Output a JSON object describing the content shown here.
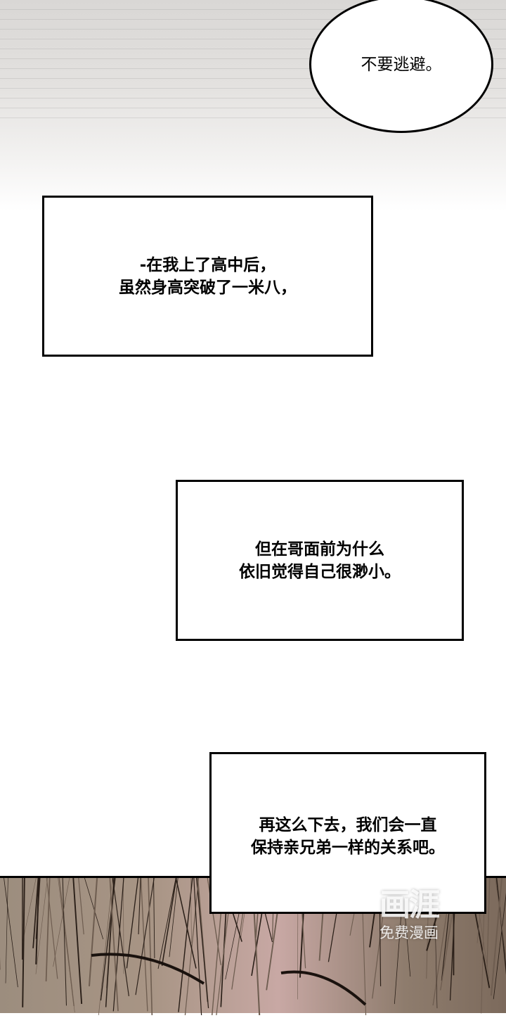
{
  "bubble": {
    "text": "不要逃避。"
  },
  "captions": [
    {
      "lines": [
        "-在我上了高中后，",
        "虽然身高突破了一米八，"
      ]
    },
    {
      "lines": [
        "但在哥面前为什么",
        "依旧觉得自己很渺小。"
      ]
    },
    {
      "lines": [
        "再这么下去，我们会一直",
        "保持亲兄弟一样的关系吧。"
      ]
    }
  ],
  "watermark": {
    "logo": "画涯",
    "subtitle": "免费漫画"
  },
  "colors": {
    "hair": "#a89585",
    "skin": "#d8aaa6",
    "background": "#ffffff"
  }
}
